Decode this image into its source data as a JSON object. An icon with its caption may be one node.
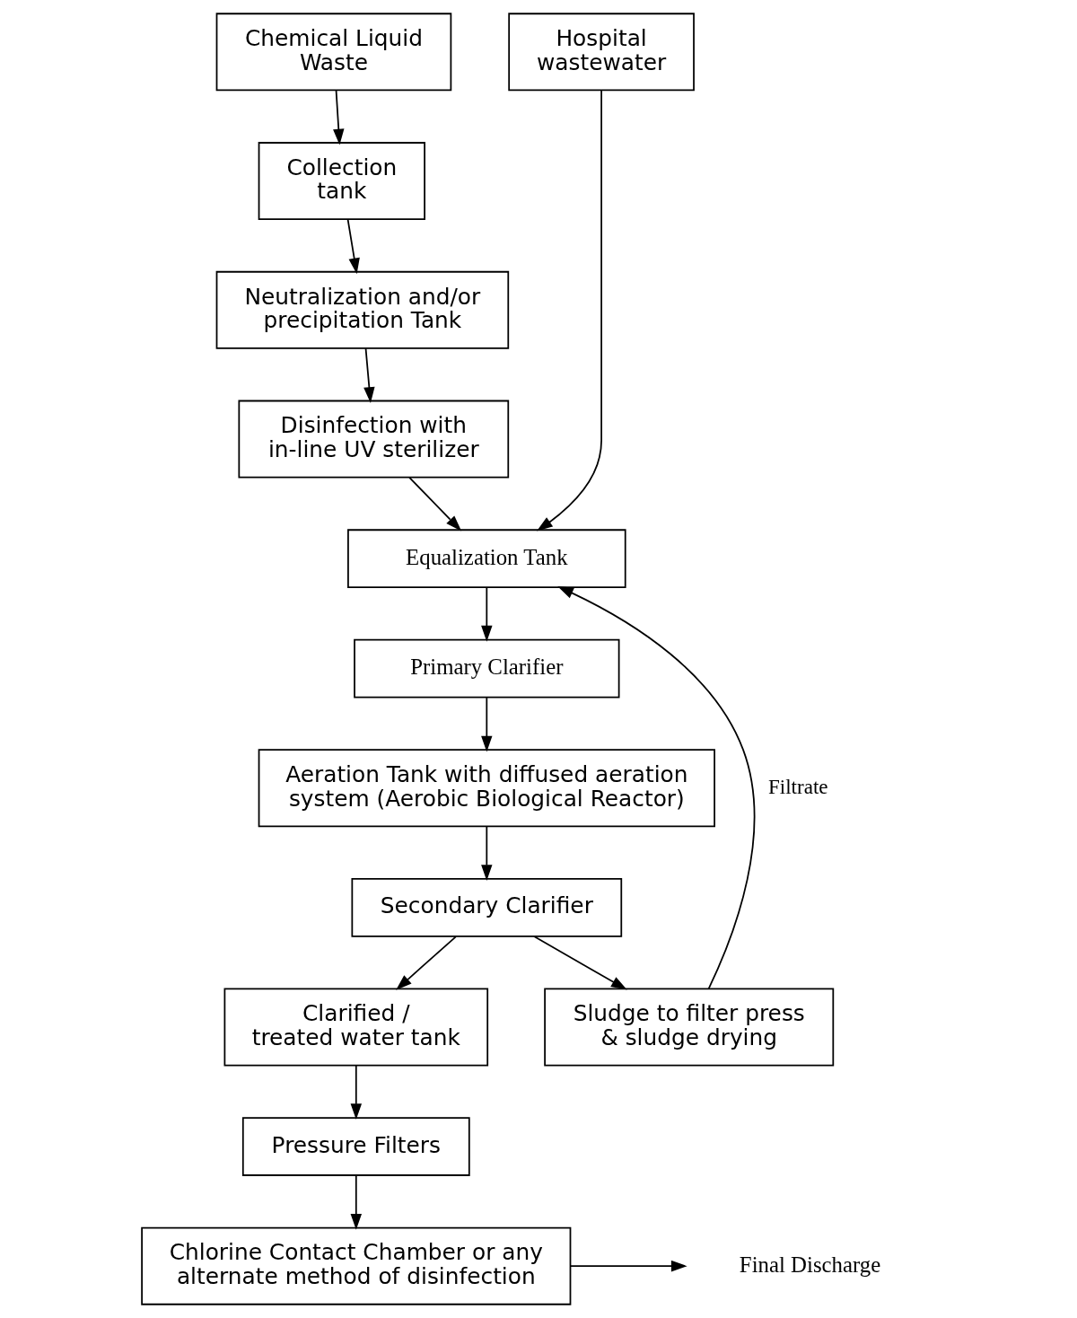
{
  "diagram": {
    "nodes": [
      {
        "text": [
          "Chemical Liquid Waste"
        ]
      },
      {
        "text": [
          "Collection tank"
        ]
      },
      {
        "text": [
          "Neutralization and/or precipitation Tank"
        ]
      },
      {
        "text": [
          "Disinfection with in-line UV sterilizer"
        ]
      },
      {
        "text": [
          "Hospital wastewater"
        ]
      },
      {
        "text": [
          "Equalization Tank"
        ]
      },
      {
        "text": [
          "Primary Clarifier"
        ]
      },
      {
        "text": [
          "Aeration Tank with diffused aeration system (Aerobic Biological Reactor)"
        ]
      },
      {
        "text": [
          "Secondary Clarifier"
        ]
      },
      {
        "text": [
          "Clarified / treated water tank"
        ]
      },
      {
        "text": [
          "Sludge to filter press & sludge drying"
        ]
      },
      {
        "text": [
          "Pressure Filters"
        ]
      },
      {
        "text": [
          "Chlorine Contact Chamber or any alternate method of disinfection"
        ]
      },
      {
        "text": [
          "Final Discharge"
        ]
      }
    ],
    "edges": [
      {
        "from": 0,
        "to": 1,
        "arrow": "to"
      },
      {
        "from": 1,
        "to": 2,
        "arrow": "to"
      },
      {
        "from": 2,
        "to": 3,
        "arrow": "to"
      },
      {
        "from": 3,
        "to": 5,
        "arrow": "to"
      },
      {
        "from": 4,
        "to": 5,
        "arrow": "to"
      },
      {
        "from": 5,
        "to": 6,
        "arrow": "to"
      },
      {
        "from": 6,
        "to": 7,
        "arrow": "to"
      },
      {
        "from": 7,
        "to": 8,
        "arrow": "to"
      },
      {
        "from": 8,
        "to": 9,
        "arrow": "to"
      },
      {
        "from": 8,
        "to": 10,
        "arrow": "to"
      },
      {
        "from": 10,
        "to": 5,
        "arrow": "to",
        "label": "Filtrate"
      },
      {
        "from": 9,
        "to": 11,
        "arrow": "to"
      },
      {
        "from": 11,
        "to": 12,
        "arrow": "to"
      },
      {
        "from": 12,
        "to": 13,
        "arrow": "to"
      }
    ]
  }
}
